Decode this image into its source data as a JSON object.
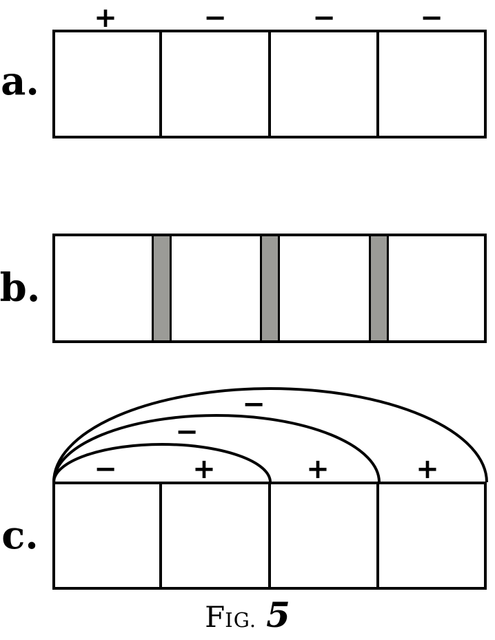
{
  "figure_title": "Fig. 5",
  "colors": {
    "line": "#000000",
    "gray_bar": "#9b9b97",
    "background": "#ffffff"
  },
  "rows": {
    "a": {
      "label": "a.",
      "cells": 4,
      "signs_above": [
        {
          "glyph": "+"
        },
        {
          "glyph": "−"
        },
        {
          "glyph": "−"
        },
        {
          "glyph": "−"
        }
      ]
    },
    "b": {
      "label": "b.",
      "cells": 4,
      "gray_separators": 3
    },
    "c": {
      "label": "c.",
      "cells": 4,
      "signs_baseline": [
        {
          "glyph": "−"
        },
        {
          "glyph": "+"
        },
        {
          "glyph": "+"
        },
        {
          "glyph": "+"
        }
      ],
      "arc_signs": [
        {
          "glyph": "−"
        },
        {
          "glyph": "−"
        }
      ],
      "arcs": [
        {
          "size": "small",
          "spans": "cells 1-2"
        },
        {
          "size": "medium",
          "spans": "cells 1-3"
        },
        {
          "size": "large",
          "spans": "cells 1-4"
        }
      ]
    }
  },
  "caption": {
    "prefix": "F",
    "small_caps": "ig.",
    "number": "5"
  }
}
